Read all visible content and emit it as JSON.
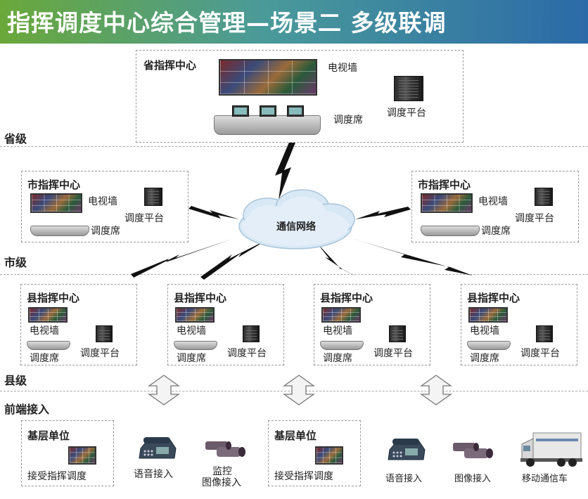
{
  "title": "指挥调度中心综合管理—场景二 多级联调",
  "levels": {
    "province": "省级",
    "city": "市级",
    "county": "县级",
    "frontend": "前端接入"
  },
  "province_center": {
    "name": "省指挥中心",
    "tv_wall": "电视墙",
    "console": "调度席",
    "platform": "调度平台"
  },
  "network": {
    "label": "通信网络"
  },
  "city_centers": [
    {
      "name": "市指挥中心",
      "tv_wall": "电视墙",
      "platform": "调度平台",
      "console": "调度席"
    },
    {
      "name": "市指挥中心",
      "tv_wall": "电视墙",
      "platform": "调度平台",
      "console": "调度席"
    }
  ],
  "county_centers": [
    {
      "name": "县指挥中心",
      "tv_wall": "电视墙",
      "console": "调度席",
      "platform": "调度平台"
    },
    {
      "name": "县指挥中心",
      "tv_wall": "电视墙",
      "console": "调度席",
      "platform": "调度平台"
    },
    {
      "name": "县指挥中心",
      "tv_wall": "电视墙",
      "console": "调度席",
      "platform": "调度平台"
    },
    {
      "name": "县指挥中心",
      "tv_wall": "电视墙",
      "console": "调度席",
      "platform": "调度平台"
    }
  ],
  "base_units": [
    {
      "name": "基层单位",
      "label": "接受指挥调度"
    },
    {
      "name": "基层单位",
      "label": "接受指挥调度"
    }
  ],
  "front_items": {
    "voice_1": "语音接入",
    "monitor_1_line1": "监控",
    "monitor_1_line2": "图像接入",
    "voice_2": "语音接入",
    "image_2": "图像接入",
    "vehicle": "移动通信车"
  },
  "icons": [
    "tv-wall-icon",
    "server-icon",
    "console-desk-icon",
    "cloud-icon",
    "lightning-icon",
    "telephone-icon",
    "camera-icon",
    "truck-icon",
    "double-arrow-icon"
  ],
  "colors": {
    "banner_start": "#6aa83a",
    "banner_end": "#2b6aa8",
    "cloud": "#d8e8f4",
    "bolt": "#111111"
  }
}
